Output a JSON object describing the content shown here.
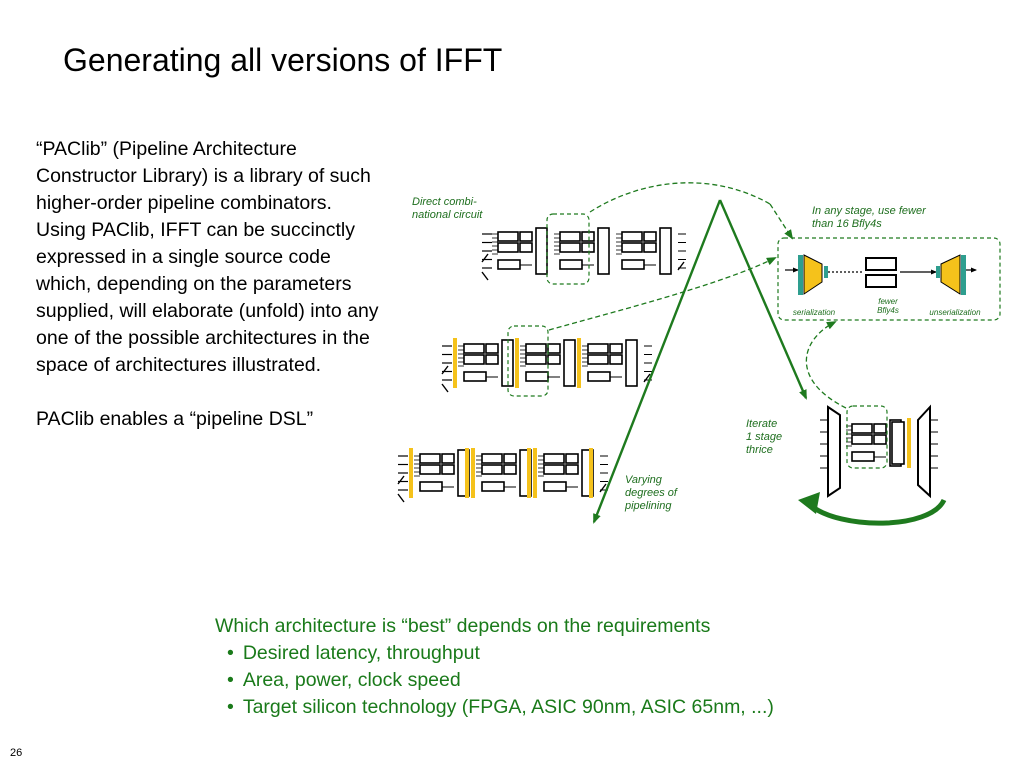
{
  "title": "Generating all versions of IFFT",
  "body": {
    "paragraph1": "“PAClib” (Pipeline Architecture Constructor Library) is a library of such higher-order pipeline combinators.  Using PAClib, IFFT can be succinctly expressed in a single source code which, depending on the parameters supplied, will elaborate (unfold) into any one of the possible architectures in the space of architectures illustrated.",
    "paragraph2": "PAClib enables a “pipeline DSL”"
  },
  "diagram": {
    "label_combinational": "Direct combi-\nnational circuit",
    "label_fewer_stage": "In any stage, use fewer\nthan 16 Bfly4s",
    "label_serialization": "serialization",
    "label_fewer_bfly": "fewer\nBfly4s",
    "label_unserialization": "unserialization",
    "label_iterate": "Iterate\n1 stage\nthrice",
    "label_pipelining": "Varying\ndegrees of\npipelining",
    "colors": {
      "green": "#1e7a1e",
      "register": "#f5c21b",
      "teal": "#2e9e8f"
    }
  },
  "bottom": {
    "heading": "Which architecture is “best” depends on the requirements",
    "bullets": [
      "Desired latency, throughput",
      "Area, power, clock speed",
      "Target silicon technology (FPGA, ASIC 90nm, ASIC 65nm, ...)"
    ]
  },
  "page_number": "26"
}
